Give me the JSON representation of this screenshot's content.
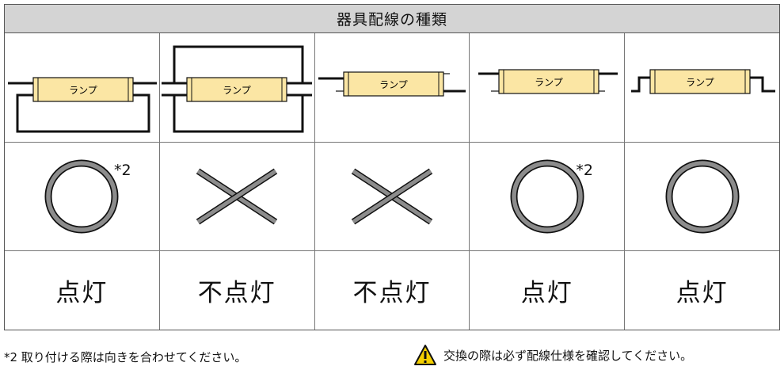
{
  "table": {
    "title": "器具配線の種類",
    "columns": [
      {
        "lamp_label": "ランプ",
        "mark": "circle",
        "note": "*2",
        "status": "点灯"
      },
      {
        "lamp_label": "ランプ",
        "mark": "cross",
        "note": "",
        "status": "不点灯"
      },
      {
        "lamp_label": "ランプ",
        "mark": "cross",
        "note": "",
        "status": "不点灯"
      },
      {
        "lamp_label": "ランプ",
        "mark": "circle",
        "note": "*2",
        "status": "点灯"
      },
      {
        "lamp_label": "ランプ",
        "mark": "circle",
        "note": "",
        "status": "点灯"
      }
    ]
  },
  "footnote": "*2 取り付ける際は向きを合わせてください。",
  "warning": {
    "icon": "warning-triangle-icon",
    "text": "交換の際は必ず配線仕様を確認してください。"
  },
  "colors": {
    "lamp_fill": "#fbe6a4",
    "header_bg": "#d4d4d4",
    "mark_fill": "#8c8c8c",
    "warning_yellow": "#f5d000"
  }
}
